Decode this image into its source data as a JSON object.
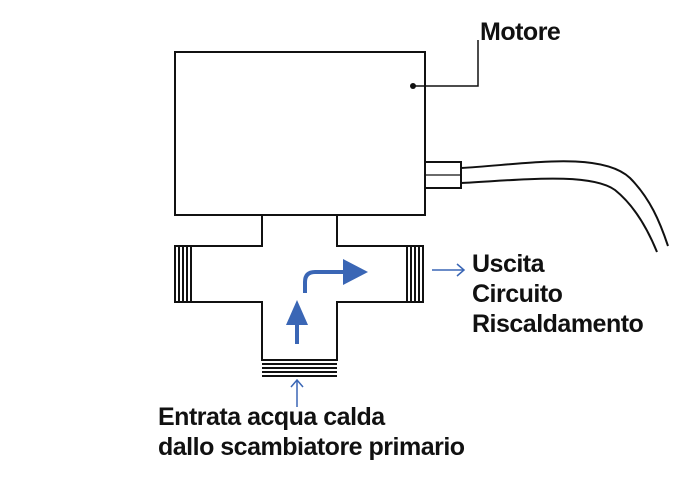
{
  "labels": {
    "motor": "Motore",
    "outlet": [
      "Uscita",
      "Circuito",
      "Riscaldamento"
    ],
    "inlet": [
      "Entrata acqua calda",
      "dallo scambiatore primario"
    ]
  },
  "colors": {
    "line": "#111111",
    "flow_arrow": "#3a66b5",
    "label_arrow": "#3a66b5",
    "background": "#ffffff"
  }
}
